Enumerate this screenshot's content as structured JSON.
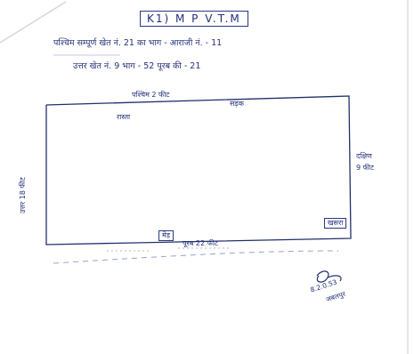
{
  "diagram": {
    "title": "K1) M P V.T.M",
    "header_lines": [
      "पश्चिम सम्पूर्ण खेत नं. 21 का भाग - आराजी नं. - 11",
      "उत्तर खेत नं. 9 भाग - 52 पूरब की - 21"
    ],
    "labels": {
      "top_dimension": "पश्चिम 2 फीट",
      "top_mid": "सड़क",
      "top_left": "रास्ता",
      "left_dimension": "उत्तर 18 फीट",
      "right_dimension": "दक्षिण 9 फीट",
      "bottom_left_box": "मेड़",
      "bottom_dimension": "पूरब 22 फीट",
      "bottom_right_box": "खसरा"
    },
    "signature": {
      "date": "8.2.0.53",
      "place": "जबलपुर"
    }
  }
}
